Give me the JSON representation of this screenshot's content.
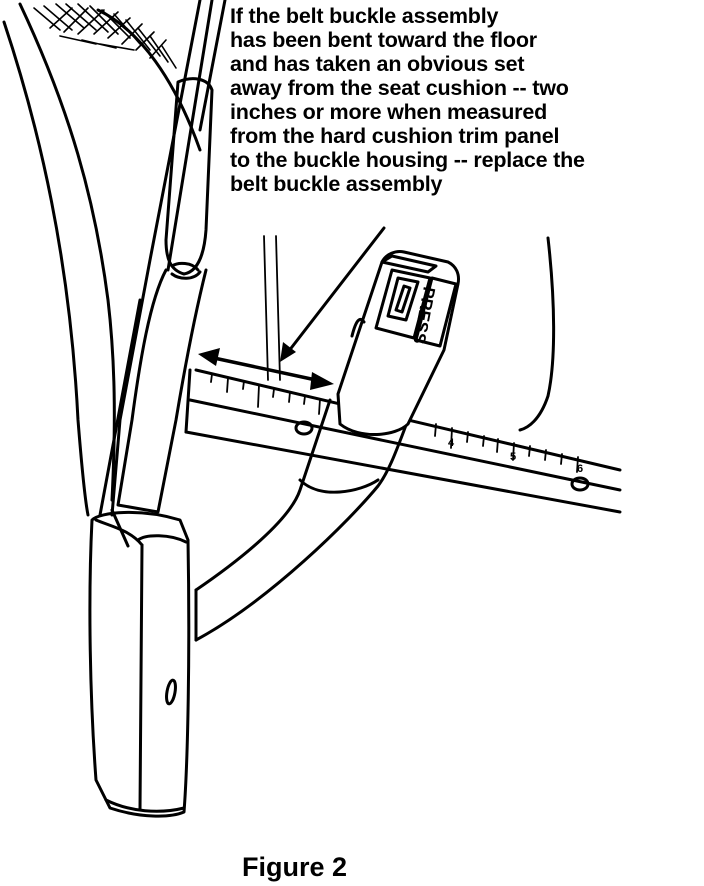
{
  "callout": {
    "lines": [
      "If the belt buckle assembly",
      "has been bent toward the floor",
      "and has taken an obvious set",
      "away from the seat cushion -- two",
      "inches or more when measured",
      "from the hard cushion trim panel",
      "to the buckle housing -- replace the",
      "belt buckle assembly"
    ]
  },
  "buckle": {
    "button_label": "PRESS"
  },
  "ruler": {
    "tick_labels": [
      "4",
      "5",
      "6"
    ]
  },
  "caption": "Figure 2"
}
